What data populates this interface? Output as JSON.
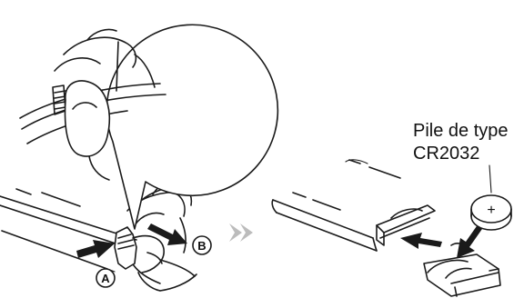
{
  "labels": {
    "label_a": "A",
    "label_b": "B",
    "battery_type_line1": "Pile de type",
    "battery_type_line2": "CR2032",
    "battery_polarity": "+"
  },
  "colors": {
    "line": "#1a1a1a",
    "step_arrow": "#bcbcbc",
    "background": "#ffffff"
  },
  "icons": {
    "step_separator": "chevron-right-icon",
    "battery": "coin-cell-battery-icon"
  }
}
